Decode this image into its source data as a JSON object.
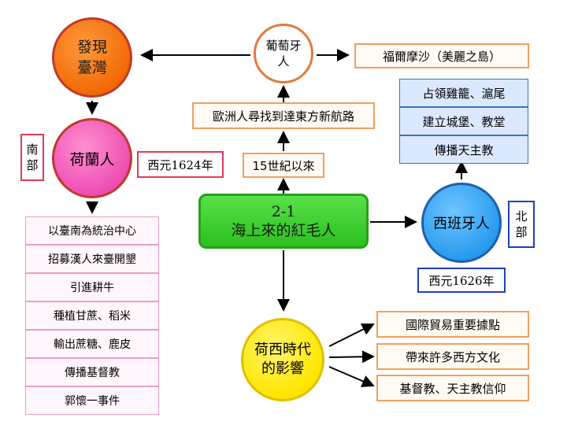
{
  "nodes": {
    "formosa_found": [
      "發現",
      "臺灣"
    ],
    "portuguese": [
      "葡萄牙",
      "人"
    ],
    "portuguese_name": "福爾摩沙（美麗之島）",
    "europe_route": "歐洲人尋找到達東方新航路",
    "since_15c": "15世紀以來",
    "main_code": "2-1",
    "main_title": "海上來的紅毛人",
    "dutch": "荷蘭人",
    "dutch_region": [
      "南",
      "部"
    ],
    "dutch_year": "西元1624年",
    "spanish": "西班牙人",
    "spanish_region": [
      "北",
      "部"
    ],
    "spanish_year": "西元1626年",
    "influence": [
      "荷西時代",
      "的影響"
    ]
  },
  "dutch_items": [
    "以臺南為統治中心",
    "招募漢人來臺開墾",
    "引進耕牛",
    "種植甘蔗、稻米",
    "輸出蔗糖、鹿皮",
    "傳播基督教",
    "郭懷一事件"
  ],
  "spanish_items": [
    "占領雞籠、滬尾",
    "建立城堡、教堂",
    "傳播天主教"
  ],
  "influence_items": [
    "國際貿易重要據點",
    "帶來許多西方文化",
    "基督教、天主教信仰"
  ]
}
